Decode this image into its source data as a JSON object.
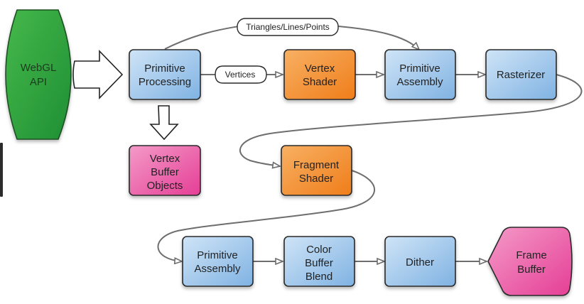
{
  "title": "WebGL rendering pipeline",
  "colors": {
    "api_green": "#2aa640",
    "stage_blue": "#a8cdee",
    "shader_orange": "#f39233",
    "buffer_pink": "#ea5ea6",
    "edge_gray": "#6e6e6e"
  },
  "nodes": {
    "webgl_api": {
      "lines": [
        "WebGL",
        "API"
      ],
      "kind": "api"
    },
    "primitive_processing": {
      "lines": [
        "Primitive",
        "Processing"
      ],
      "kind": "stage"
    },
    "vertex_shader": {
      "lines": [
        "Vertex",
        "Shader"
      ],
      "kind": "shader"
    },
    "primitive_assembly_1": {
      "lines": [
        "Primitive",
        "Assembly"
      ],
      "kind": "stage"
    },
    "rasterizer": {
      "lines": [
        "Rasterizer"
      ],
      "kind": "stage"
    },
    "vertex_buffer_objects": {
      "lines": [
        "Vertex",
        "Buffer",
        "Objects"
      ],
      "kind": "buffer"
    },
    "fragment_shader": {
      "lines": [
        "Fragment",
        "Shader"
      ],
      "kind": "shader"
    },
    "primitive_assembly_2": {
      "lines": [
        "Primitive",
        "Assembly"
      ],
      "kind": "stage"
    },
    "color_buffer_blend": {
      "lines": [
        "Color",
        "Buffer",
        "Blend"
      ],
      "kind": "stage"
    },
    "dither": {
      "lines": [
        "Dither"
      ],
      "kind": "stage"
    },
    "frame_buffer": {
      "lines": [
        "Frame",
        "Buffer"
      ],
      "kind": "buffer"
    }
  },
  "edge_labels": {
    "vertices": "Vertices",
    "triangles_lines_points": "Triangles/Lines/Points"
  },
  "edges": [
    {
      "from": "webgl_api",
      "to": "primitive_processing",
      "style": "block-arrow"
    },
    {
      "from": "primitive_processing",
      "to": "vertex_buffer_objects",
      "style": "block-arrow"
    },
    {
      "from": "primitive_processing",
      "to": "vertex_shader",
      "label": "Vertices"
    },
    {
      "from": "primitive_processing",
      "to": "primitive_assembly_1",
      "label": "Triangles/Lines/Points"
    },
    {
      "from": "vertex_shader",
      "to": "primitive_assembly_1"
    },
    {
      "from": "primitive_assembly_1",
      "to": "rasterizer"
    },
    {
      "from": "rasterizer",
      "to": "fragment_shader"
    },
    {
      "from": "fragment_shader",
      "to": "primitive_assembly_2"
    },
    {
      "from": "primitive_assembly_2",
      "to": "color_buffer_blend"
    },
    {
      "from": "color_buffer_blend",
      "to": "dither"
    },
    {
      "from": "dither",
      "to": "frame_buffer"
    }
  ]
}
